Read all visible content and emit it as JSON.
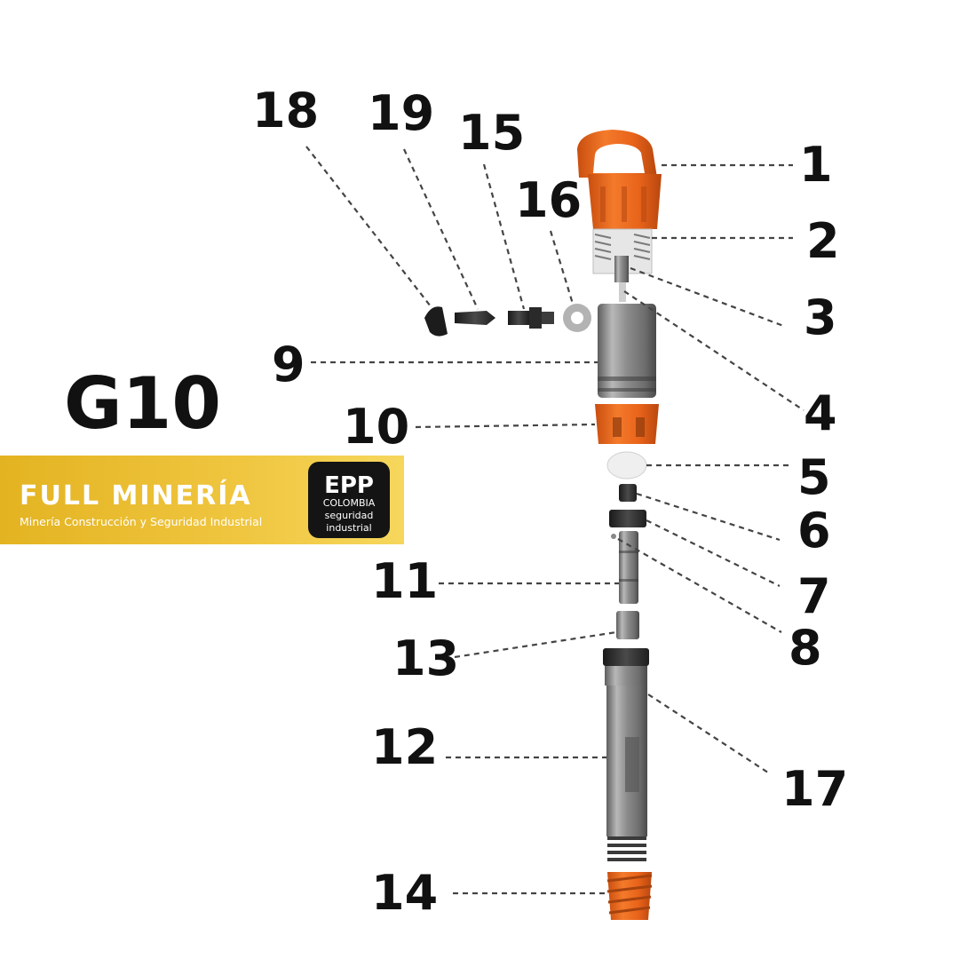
{
  "model": "G10",
  "brand": {
    "title": "FULL MINERÍA",
    "subtitle": "Minería Construcción y Seguridad Industrial",
    "colors": {
      "gold": "#e7b92b",
      "gold_light": "#f2cf52"
    }
  },
  "epp_logo": {
    "main": "EPP",
    "line1": "COLOMBIA",
    "line2": "seguridad",
    "line3": "industrial"
  },
  "part_labels": {
    "p1": "1",
    "p2": "2",
    "p3": "3",
    "p4": "4",
    "p5": "5",
    "p6": "6",
    "p7": "7",
    "p8": "8",
    "p9": "9",
    "p10": "10",
    "p11": "11",
    "p12": "12",
    "p13": "13",
    "p14": "14",
    "p15": "15",
    "p16": "16",
    "p17": "17",
    "p18": "18",
    "p19": "19"
  },
  "colors": {
    "accent_orange": "#ef6a1d",
    "steel": "#9a9a9a",
    "text": "#111111"
  }
}
